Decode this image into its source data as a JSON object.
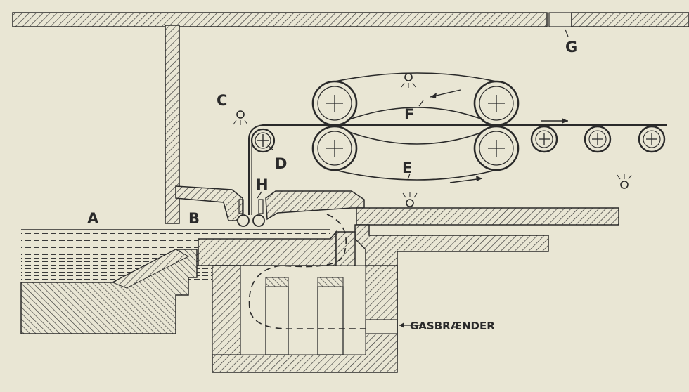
{
  "labels": {
    "A": "A",
    "B": "B",
    "C": "C",
    "D": "D",
    "E": "E",
    "F": "F",
    "G": "G",
    "H": "H",
    "gas": "GASBRÆNDER"
  },
  "colors": {
    "background": "#e9e6d4",
    "ink": "#2a2a2a",
    "hatch": "#3a3a3a"
  }
}
